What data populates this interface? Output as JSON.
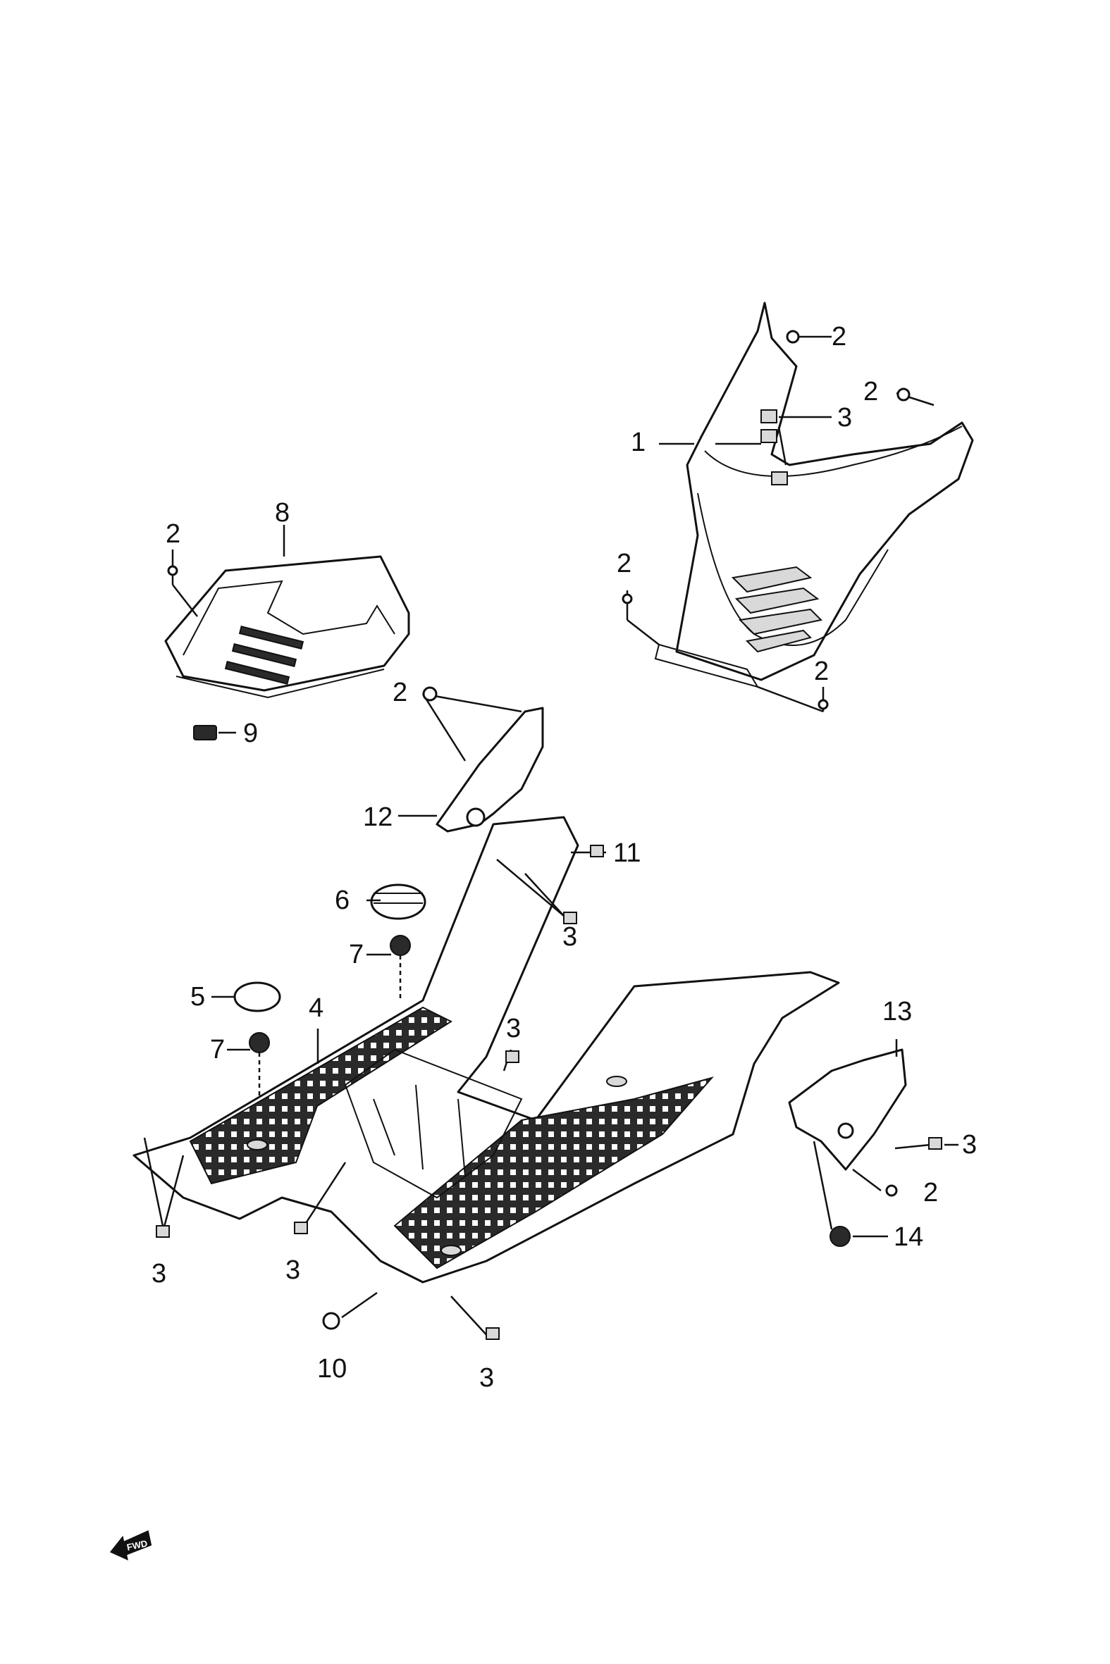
{
  "diagram": {
    "callouts": {
      "c1": "1",
      "c2a": "2",
      "c2b": "2",
      "c2c": "2",
      "c2d": "2",
      "c2e": "2",
      "c2f": "2",
      "c2g": "2",
      "c3a": "3",
      "c3b": "3",
      "c3c": "3",
      "c3d": "3",
      "c3e": "3",
      "c3f": "3",
      "c3g": "3",
      "c4": "4",
      "c5": "5",
      "c6": "6",
      "c7a": "7",
      "c7b": "7",
      "c8": "8",
      "c9": "9",
      "c10": "10",
      "c11": "11",
      "c12": "12",
      "c13": "13",
      "c14": "14"
    },
    "fwd_badge": "FWD"
  },
  "colors": {
    "line": "#111111",
    "floor_texture": "#2a2a2a",
    "background": "#ffffff"
  }
}
